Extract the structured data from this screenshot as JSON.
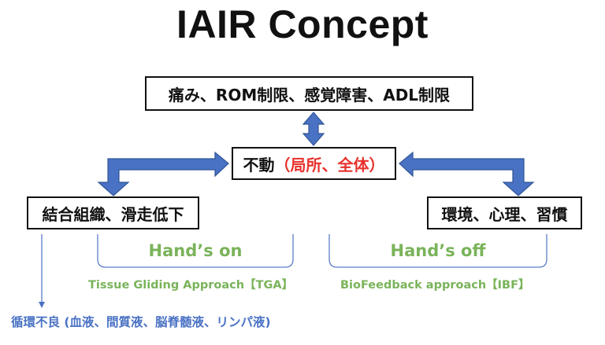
{
  "title": "IAIR Concept",
  "top_box": "痛み、ROM制限、感覚障害、ADL制限",
  "center_box": {
    "main": "不動",
    "paren": "（局所、全体）"
  },
  "left_box": "結合組織、滑走低下",
  "right_box": "環境、心理、習慣",
  "hands_on": {
    "label": "Hand’s on",
    "approach": "Tissue Gliding Approach【TGA】"
  },
  "hands_off": {
    "label": "Hand’s off",
    "approach": "BioFeedback approach【IBF】"
  },
  "bottom_note": "循環不良 (血液、間質液、脳脊髄液、リンパ液)",
  "colors": {
    "arrow_fill": "#4a72c4",
    "arrow_stroke": "#2f5597",
    "green": "#7ab35a",
    "bracket": "#5b7fc7",
    "red": "#e8322d",
    "blue_text": "#4a72c4"
  }
}
